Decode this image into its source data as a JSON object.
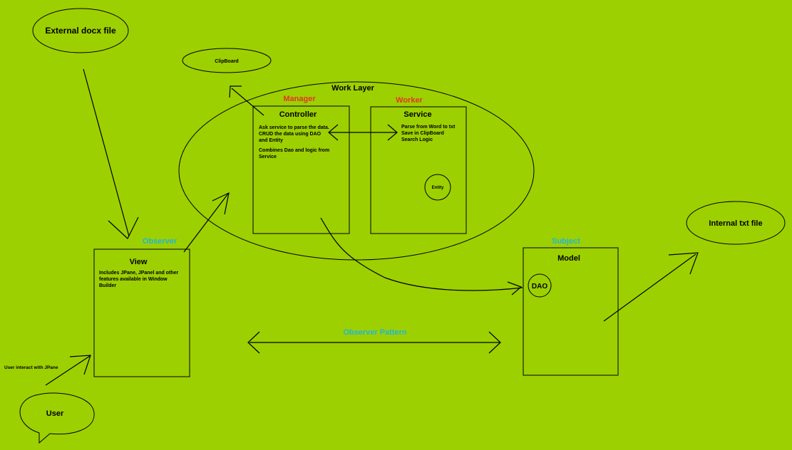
{
  "nodes": {
    "external_docx": "External docx file",
    "clipboard": "ClipBoard",
    "work_layer": "Work Layer",
    "manager_label": "Manager",
    "worker_label": "Worker",
    "controller": {
      "title": "Controller",
      "line1": "Ask service to parse the data.",
      "line2": "CRUD the data using DAO",
      "line3": "and Entity",
      "line4": "Combines Dao and logic from",
      "line5": "Service"
    },
    "service": {
      "title": "Service",
      "line1": "Parse from Word to txt",
      "line2": "Save in ClipBoard",
      "line3": "Search Logic",
      "entity": "Entity"
    },
    "observer_label": "Observer",
    "view": {
      "title": "View",
      "line1": "Includes JPane, JPanel and other",
      "line2": "features available in Window",
      "line3": "Builder"
    },
    "subject_label": "Subject",
    "model": {
      "title": "Model",
      "dao": "DAO"
    },
    "internal_txt": "Internal txt file",
    "observer_pattern": "Observer Pattern",
    "user_interact": "User interact with JPane",
    "user": "User"
  },
  "colors": {
    "background": "#9dd000",
    "red_labels": "#e8322b",
    "cyan_labels": "#1fb7d8"
  }
}
